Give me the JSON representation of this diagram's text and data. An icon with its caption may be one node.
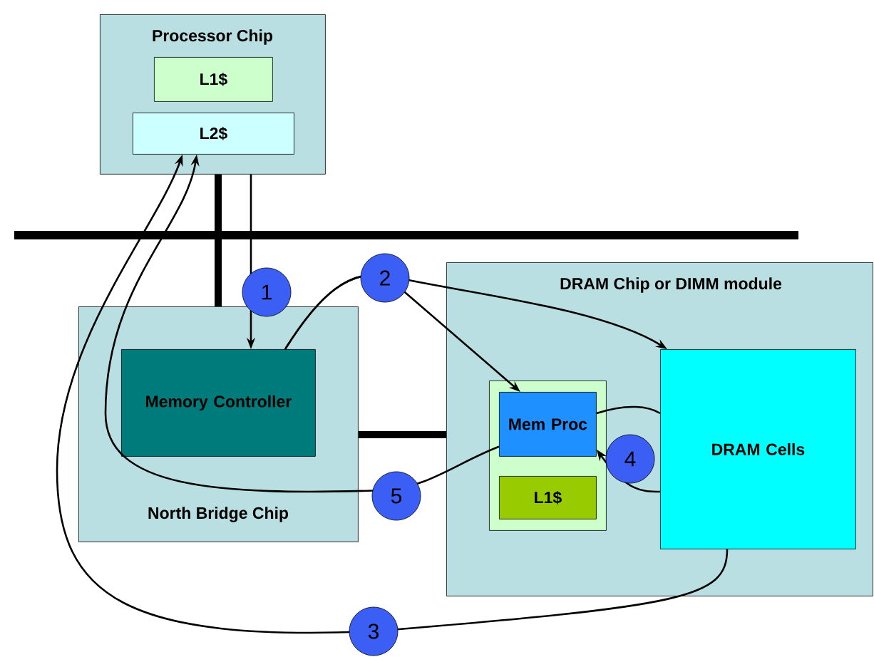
{
  "diagram": {
    "nodes": [
      {
        "text": [
          "Processor Chip"
        ]
      },
      {
        "text": [
          "L1$"
        ],
        "in": 0
      },
      {
        "text": [
          "L2$"
        ],
        "in": 0
      },
      {
        "text": [
          "North Bridge Chip"
        ]
      },
      {
        "text": [
          "Memory Controller"
        ],
        "in": 3
      },
      {
        "text": [
          "DRAM Chip or DIMM module"
        ]
      },
      {
        "text": [],
        "shape": "box",
        "in": 5
      },
      {
        "text": [
          "Mem Proc"
        ],
        "in": 6
      },
      {
        "text": [
          "L1$"
        ],
        "in": 6
      },
      {
        "text": [
          "DRAM Cells"
        ],
        "in": 5
      }
    ],
    "edges": [
      {
        "from": 0,
        "to": 4,
        "arrow": "to",
        "label": "1"
      },
      {
        "from": 4,
        "to": 9,
        "arrow": "to",
        "label": "2"
      },
      {
        "from": 4,
        "to": 7,
        "arrow": "to"
      },
      {
        "from": 9,
        "to": 2,
        "arrow": "to",
        "label": "3"
      },
      {
        "from": 7,
        "to": 9,
        "arrow": "none"
      },
      {
        "from": 9,
        "to": 7,
        "arrow": "to",
        "label": "4"
      },
      {
        "from": 7,
        "to": 2,
        "arrow": "to",
        "label": "5"
      },
      {
        "from": 0,
        "to": 3,
        "arrow": "none",
        "style": "thick"
      },
      {
        "from": 3,
        "to": 5,
        "arrow": "none",
        "style": "thick"
      }
    ]
  }
}
